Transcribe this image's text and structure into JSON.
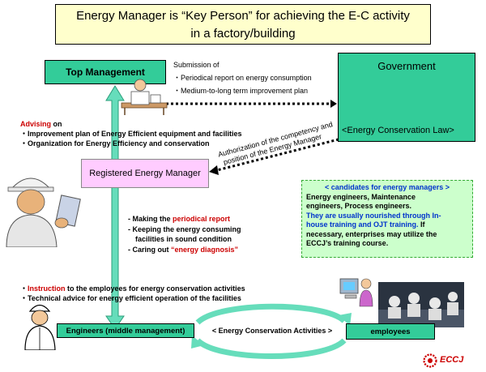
{
  "title": {
    "line1": "Energy Manager is “Key Person” for achieving the E-C activity",
    "line2": "in a factory/building"
  },
  "top_management": "Top Management",
  "government": {
    "title": "Government",
    "law": "<Energy Conservation Law>"
  },
  "submission": {
    "heading": "Submission of",
    "items": [
      "・Periodical report on energy consumption",
      "・Medium-to-long term improvement plan"
    ]
  },
  "advising": {
    "word": "Advising",
    "suffix": " on",
    "items": [
      "・Improvement plan of Energy Efficient equipment and facilities",
      "・Organization for Energy Efficiency and conservation"
    ]
  },
  "authorization": {
    "line1": "Authorization of the competency and",
    "line2": "position of the Energy Manager"
  },
  "registered_manager": "Registered Energy Manager",
  "duties": {
    "d1_prefix": "- Making the ",
    "d1_red": "periodical report",
    "d2_line1": "- Keeping the energy consuming",
    "d2_line2": "facilities in sound condition",
    "d3_prefix": "- Caring out ",
    "d3_red": "“energy diagnosis”"
  },
  "candidates": {
    "heading": "< candidates for energy managers >",
    "line1": "Energy engineers, Maintenance",
    "line2": "engineers, Process engineers.",
    "blue1": "They are usually nourished through In-",
    "blue2a": "house training and OJT training.",
    "blue2b": " If",
    "line3": "necessary, enterprises may utilize the",
    "line4": "ECCJ’s training course."
  },
  "instruction": {
    "bullet": "・",
    "word": "Instruction",
    "rest": " to the employees for energy conservation activities",
    "line2": "・Technical advice for energy efficient operation of the facilities"
  },
  "engineers": "Engineers (middle management)",
  "employees": "employees",
  "activities": "< Energy Conservation Activities >",
  "logo": "ECCJ",
  "colors": {
    "green": "#33cc99",
    "arrow": "#66ddbb",
    "pink": "#ffccff",
    "title_bg": "#ffffcc",
    "red": "#cc0000",
    "blue": "#0033cc"
  }
}
